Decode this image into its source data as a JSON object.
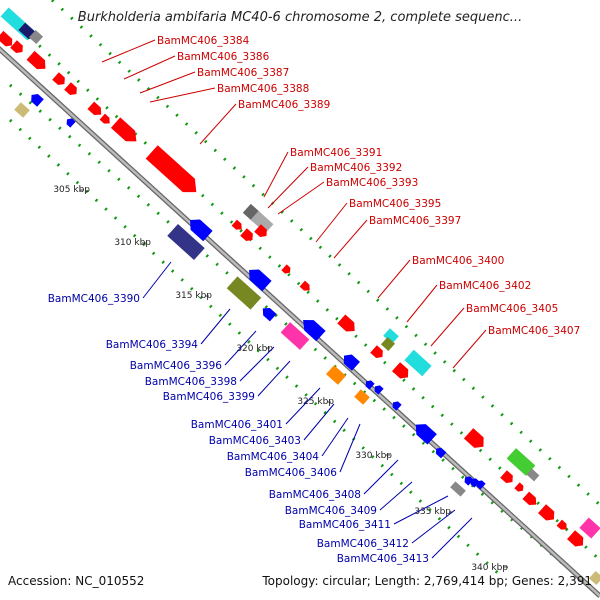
{
  "header": {
    "title": "Burkholderia ambifaria MC40-6 chromosome 2, complete sequenc..."
  },
  "footer": {
    "accession": "Accession: NC_010552",
    "topology": "Topology: circular; Length: 2,769,414 bp; Genes: 2,391"
  },
  "colors": {
    "forward_label": "#cc0000",
    "reverse_label": "#0000aa",
    "backbone": "#8a8a8a",
    "ring_dots": "#119911"
  },
  "ruler": [
    {
      "label": "305 kbp"
    },
    {
      "label": "310 kbp"
    },
    {
      "label": "315 kbp"
    },
    {
      "label": "320 kbp"
    },
    {
      "label": "325 kbp"
    },
    {
      "label": "330 kbp"
    },
    {
      "label": "335 kbp"
    },
    {
      "label": "340 kbp"
    }
  ],
  "labels_forward": [
    {
      "label": "BamMC406_3384"
    },
    {
      "label": "BamMC406_3386"
    },
    {
      "label": "BamMC406_3387"
    },
    {
      "label": "BamMC406_3388"
    },
    {
      "label": "BamMC406_3389"
    },
    {
      "label": "BamMC406_3391"
    },
    {
      "label": "BamMC406_3392"
    },
    {
      "label": "BamMC406_3393"
    },
    {
      "label": "BamMC406_3395"
    },
    {
      "label": "BamMC406_3397"
    },
    {
      "label": "BamMC406_3400"
    },
    {
      "label": "BamMC406_3402"
    },
    {
      "label": "BamMC406_3405"
    },
    {
      "label": "BamMC406_3407"
    }
  ],
  "labels_reverse": [
    {
      "label": "BamMC406_3390"
    },
    {
      "label": "BamMC406_3394"
    },
    {
      "label": "BamMC406_3396"
    },
    {
      "label": "BamMC406_3398"
    },
    {
      "label": "BamMC406_3399"
    },
    {
      "label": "BamMC406_3401"
    },
    {
      "label": "BamMC406_3403"
    },
    {
      "label": "BamMC406_3404"
    },
    {
      "label": "BamMC406_3406"
    },
    {
      "label": "BamMC406_3408"
    },
    {
      "label": "BamMC406_3409"
    },
    {
      "label": "BamMC406_3411"
    },
    {
      "label": "BamMC406_3412"
    },
    {
      "label": "BamMC406_3413"
    }
  ]
}
